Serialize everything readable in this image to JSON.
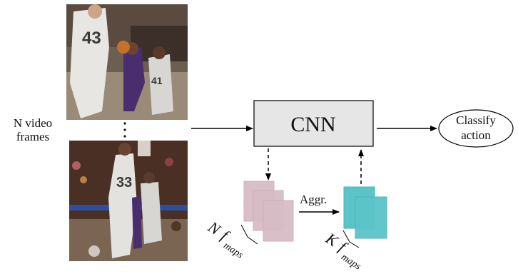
{
  "input_label": "N video\nframes",
  "cnn_label": "CNN",
  "classify_label_line1": "Classify",
  "classify_label_line2": "action",
  "aggr_label": "Aggr.",
  "n_fmaps": {
    "coef": "N",
    "f": "f",
    "sub": "maps"
  },
  "k_fmaps": {
    "coef": "K",
    "f": "f",
    "sub": "maps"
  },
  "ellipsis_icon": "vertical-dots-icon",
  "frame_top_jersey_left": "43",
  "frame_top_jersey_right": "41",
  "frame_bottom_jersey": "33",
  "colors": {
    "cnn_box": "#e6e6e6",
    "n_fmaps": "#d7bcc6",
    "k_fmaps": "#5bc4c8",
    "arrow": "#000000"
  }
}
